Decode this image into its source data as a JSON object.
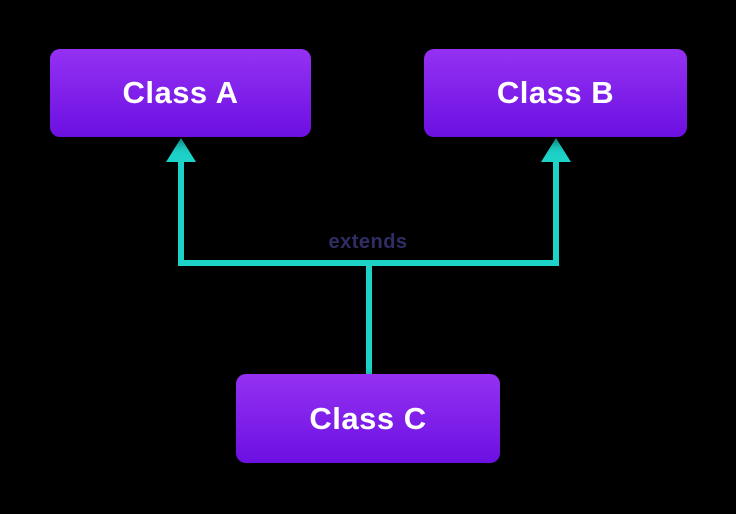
{
  "diagram": {
    "type": "class-inheritance",
    "nodes": [
      {
        "id": "class-a",
        "label": "Class A"
      },
      {
        "id": "class-b",
        "label": "Class B"
      },
      {
        "id": "class-c",
        "label": "Class C"
      }
    ],
    "edges": [
      {
        "from": "class-c",
        "to": "class-a",
        "type": "extends-arrow"
      },
      {
        "from": "class-c",
        "to": "class-b",
        "type": "extends-arrow"
      }
    ],
    "edge_label": "extends",
    "icons": [
      {
        "name": "arrow-up-head-left",
        "meaning": "inheritance arrow pointing to Class A"
      },
      {
        "name": "arrow-up-head-right",
        "meaning": "inheritance arrow pointing to Class B"
      }
    ],
    "colors": {
      "background": "#000000",
      "node_gradient_top": "#9431f2",
      "node_gradient_bottom": "#6c10e2",
      "node_text": "#ffffff",
      "connector": "#1dd3c8",
      "edge_label_text": "#302d64"
    }
  }
}
